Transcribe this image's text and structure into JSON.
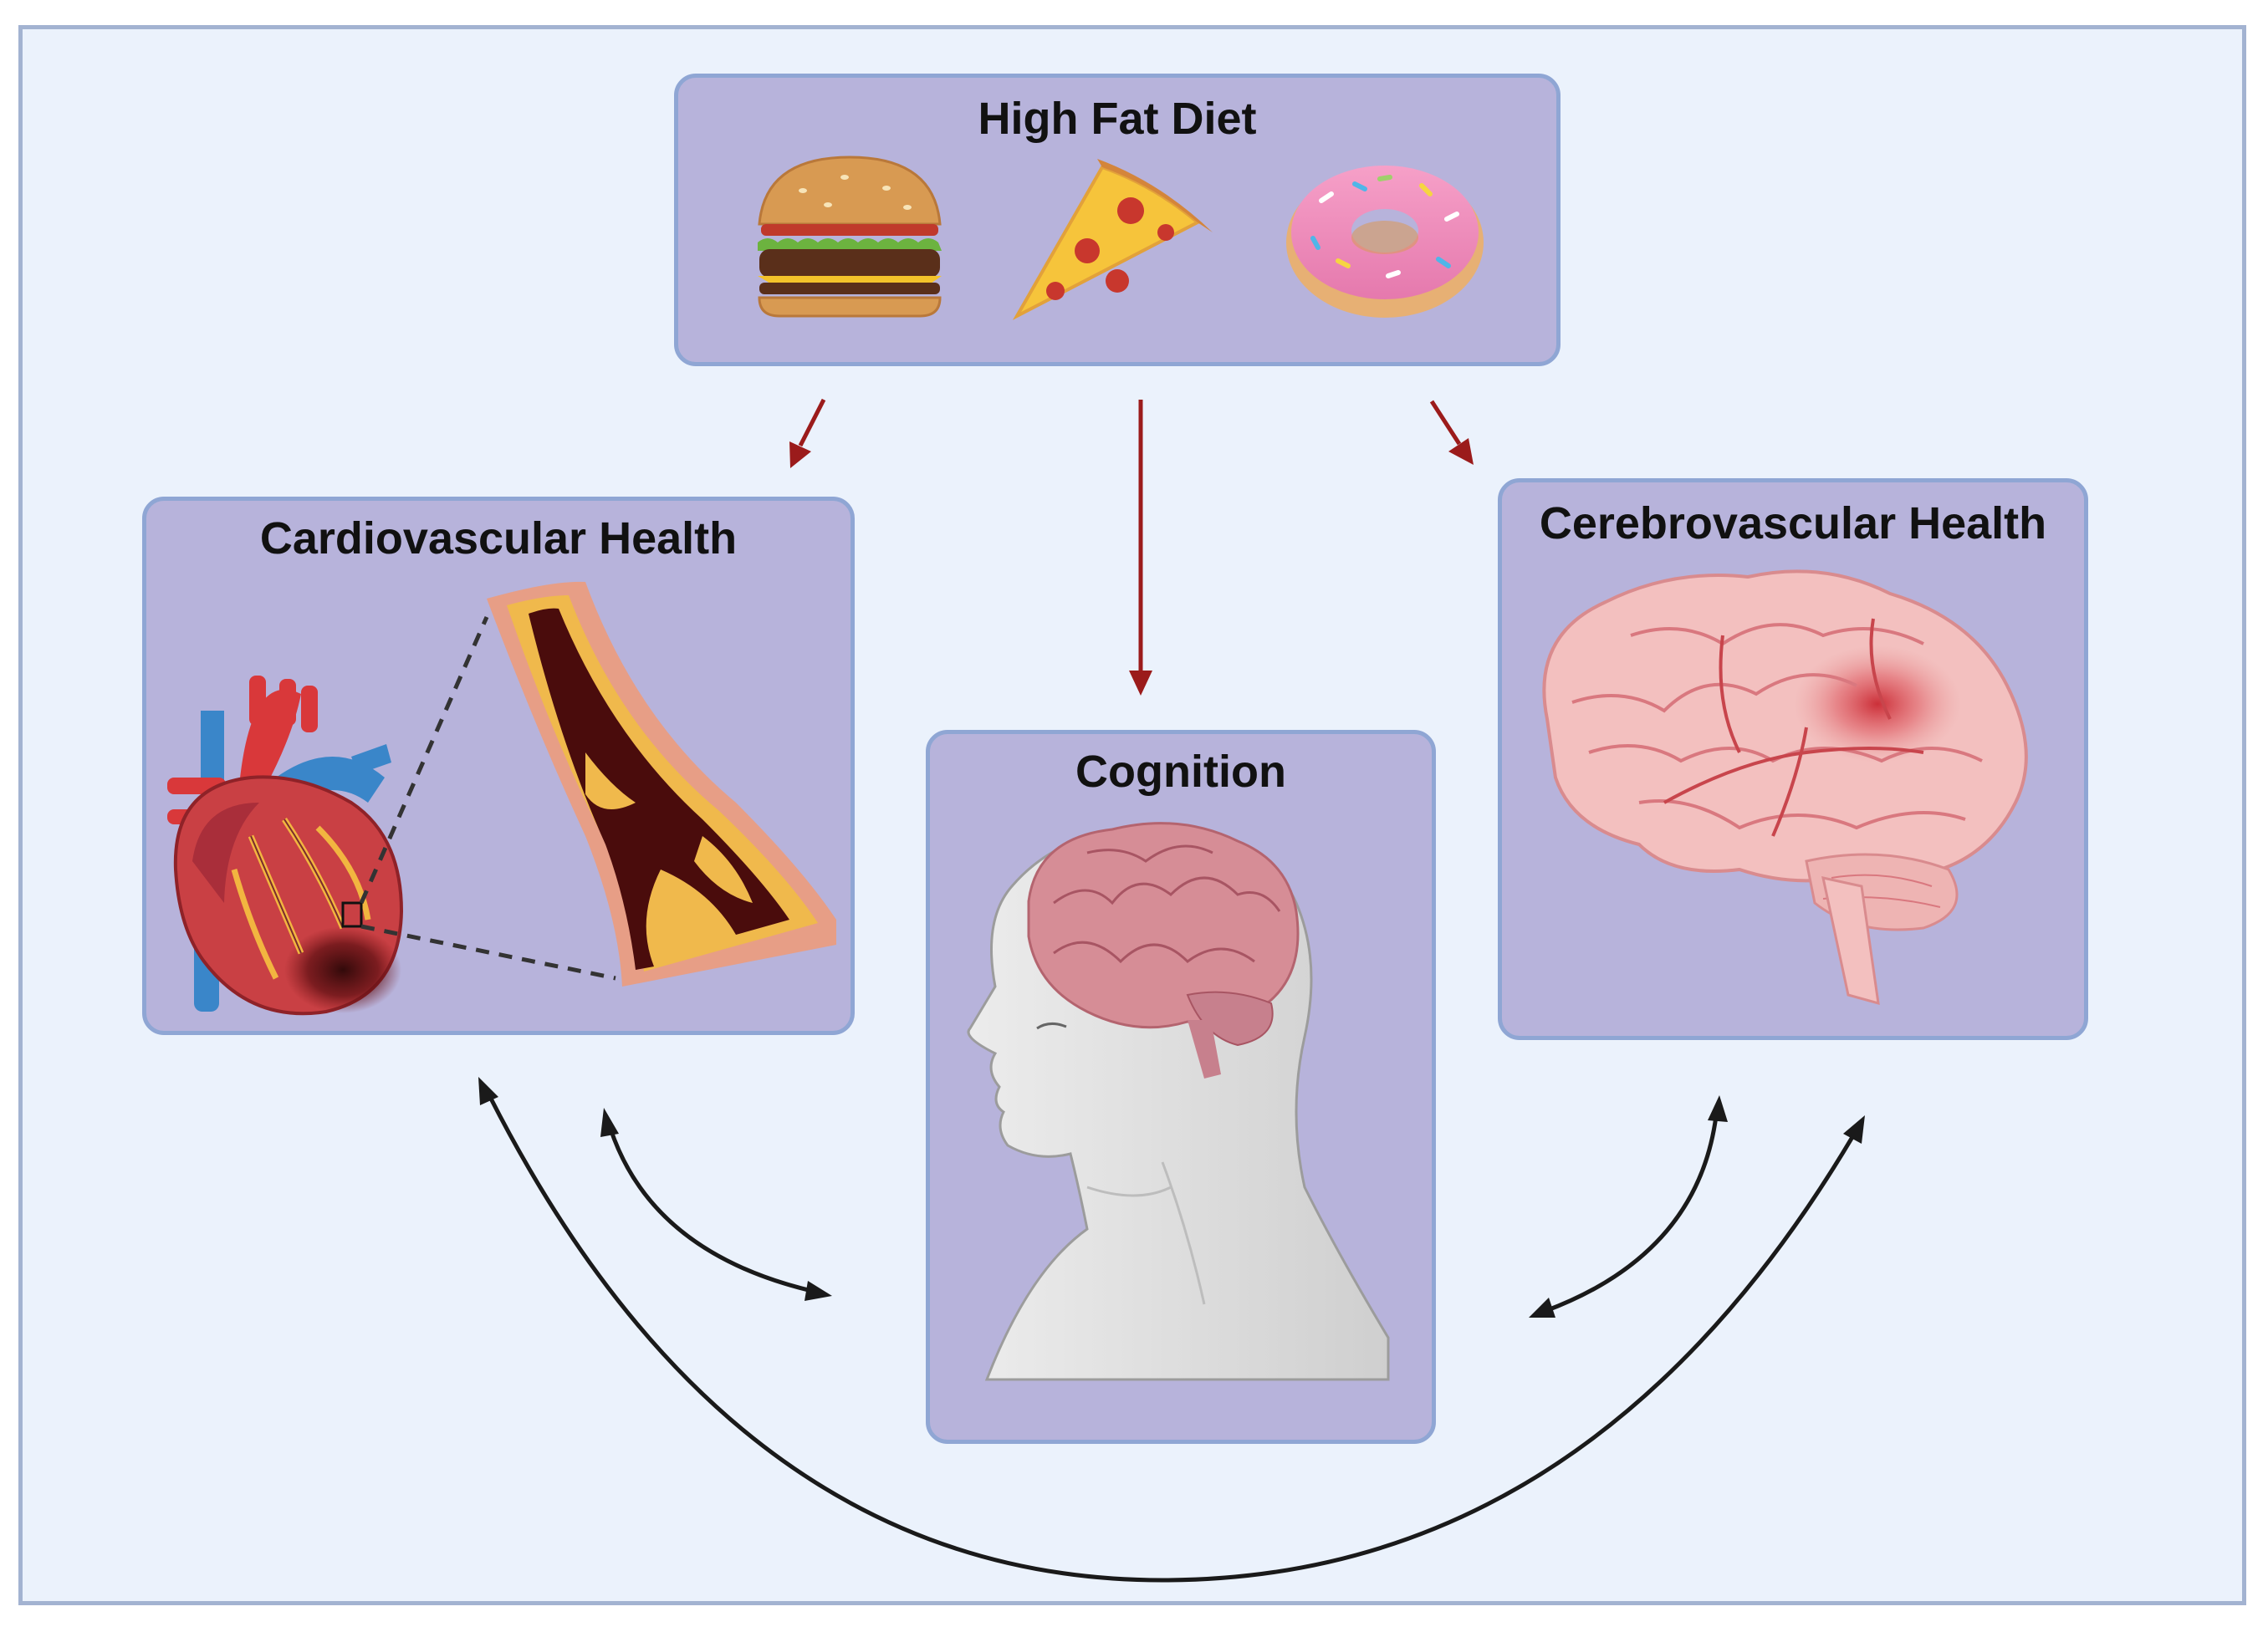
{
  "diet": {
    "title": "High Fat Diet",
    "icons": [
      "burger-icon",
      "pizza-slice-icon",
      "donut-icon"
    ]
  },
  "cardio": {
    "title": "Cardiovascular Health",
    "icons": [
      "heart-icon",
      "artery-plaque-icon"
    ]
  },
  "cognition": {
    "title": "Cognition",
    "icons": [
      "head-profile-brain-icon"
    ]
  },
  "cerebro": {
    "title": "Cerebrovascular Health",
    "icons": [
      "brain-lesion-icon"
    ]
  },
  "colors": {
    "background": "#ebf2fc",
    "box_fill": "#b7b3db",
    "box_border": "#8fa6d4",
    "down_arrow": "#9b1b1b",
    "bidirectional_arrow": "#1a1a1a"
  }
}
